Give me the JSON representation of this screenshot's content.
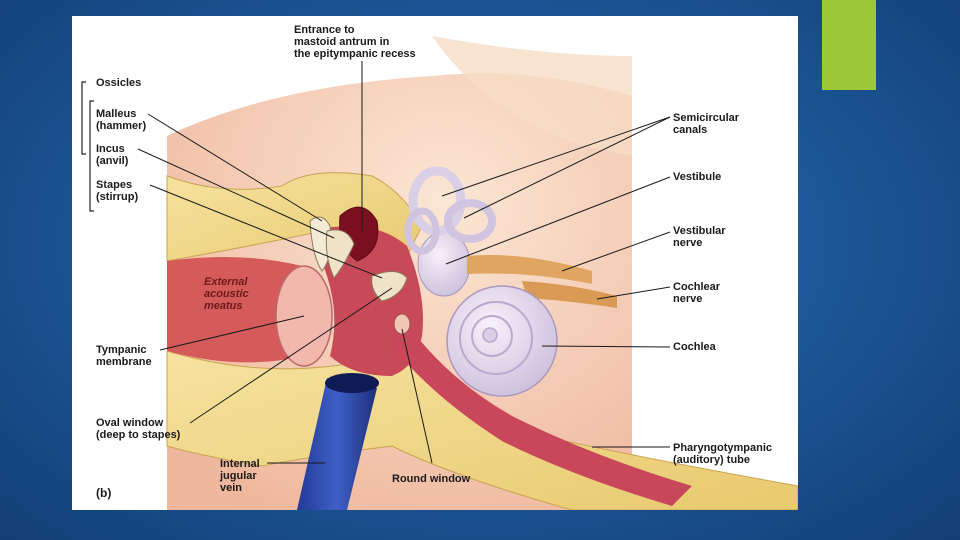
{
  "colors": {
    "slide_background": "#1d5a9c",
    "accent_bar": "#9bc93a",
    "bone": "#f1d98a",
    "tissue": "#f3c7b5",
    "cavity": "#c84a58",
    "labyrinth": "#e6ddf0",
    "vein": "#2e46a8",
    "nerve": "#e0a560"
  },
  "figure": {
    "panel_letter": "(b)",
    "labels": {
      "entrance": [
        "Entrance to",
        "mastoid antrum in",
        "the epitympanic recess"
      ],
      "ossicles": "Ossicles",
      "malleus": [
        "Malleus",
        "(hammer)"
      ],
      "incus": [
        "Incus",
        "(anvil)"
      ],
      "stapes": [
        "Stapes",
        "(stirrup)"
      ],
      "external_meatus": [
        "External",
        "acoustic",
        "meatus"
      ],
      "tympanic": [
        "Tympanic",
        "membrane"
      ],
      "oval_window": [
        "Oval window",
        "(deep to stapes)"
      ],
      "jugular": [
        "Internal",
        "jugular",
        "vein"
      ],
      "round_window": "Round window",
      "semicircular": [
        "Semicircular",
        "canals"
      ],
      "vestibule": "Vestibule",
      "vestibular_nerve": [
        "Vestibular",
        "nerve"
      ],
      "cochlear_nerve": [
        "Cochlear",
        "nerve"
      ],
      "cochlea": "Cochlea",
      "pharyngotympanic": [
        "Pharyngotympanic",
        "(auditory) tube"
      ]
    }
  }
}
